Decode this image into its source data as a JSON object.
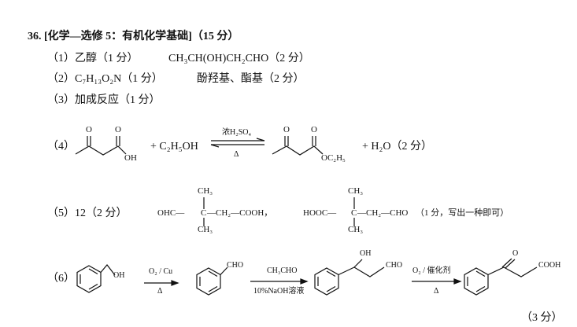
{
  "title": "36. [化学—选修 5：有机化学基础]（15 分）",
  "q1": {
    "label": "（1）乙醇（1 分）",
    "formula": "CH₃CH(OH)CH₂CHO（2 分）"
  },
  "q2": {
    "label": "（2）C₇H₁₃O₂N（1 分）",
    "answer": "酚羟基、酯基（2 分）"
  },
  "q3": {
    "label": "（3）加成反应（1 分）"
  },
  "q4": {
    "label": "（4）",
    "acid_o1": "O",
    "acid_o2": "O",
    "acid_oh": "OH",
    "reagent": "+ C₂H₅OH",
    "catalyst": "浓H₂SO₄",
    "heat": "Δ",
    "ester_o1": "O",
    "ester_o2": "O",
    "ester_oet": "OC₂H₅",
    "product2": "+ H₂O（2 分）"
  },
  "q5": {
    "label": "（5）12（2 分）",
    "s1_left": "OHC—",
    "s1_c": "C",
    "s1_right": "—CH₂—COOH，",
    "s1_top": "CH₃",
    "s1_bottom": "CH₃",
    "s2_left": "HOOC—",
    "s2_c": "C",
    "s2_right": "—CH₂—CHO",
    "s2_top": "CH₃",
    "s2_bottom": "CH₃",
    "note": "（1 分，写出一种即可）"
  },
  "q6": {
    "label": "（6）",
    "oh1": "OH",
    "arrow1_top": "O₂ / Cu",
    "arrow1_bottom": "Δ",
    "cho1": "CHO",
    "arrow2_top": "CH₃CHO",
    "arrow2_bottom": "10%NaOH溶液",
    "oh2": "OH",
    "cho2": "CHO",
    "arrow3_top": "O₂ / 催化剂",
    "arrow3_bottom": "Δ",
    "o3": "O",
    "cooh": "COOH",
    "score": "（3 分）"
  }
}
